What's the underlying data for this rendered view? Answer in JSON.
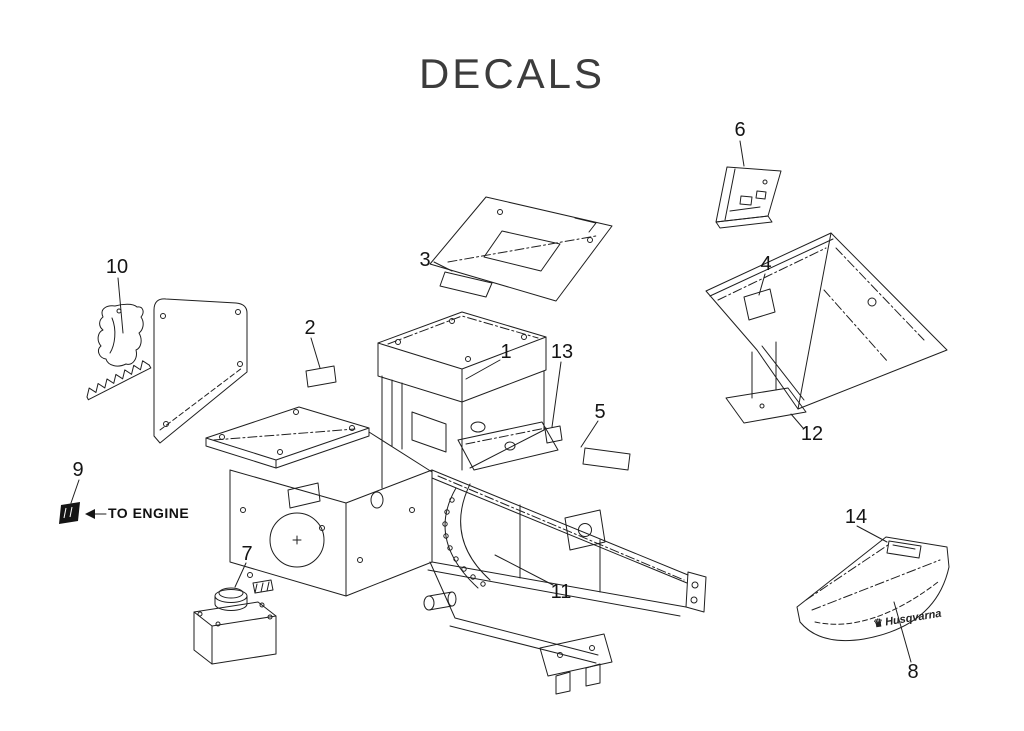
{
  "page": {
    "title": "DECALS"
  },
  "colors": {
    "background": "#ffffff",
    "line": "#1f1f1f",
    "text": "#141414",
    "title_text": "#3c3c3c"
  },
  "annotations": {
    "to_engine_label": "TO ENGINE",
    "brand_label": "Husqvarna",
    "crown_icon_glyph": "♛"
  },
  "callouts": {
    "labels": [
      "1",
      "2",
      "3",
      "4",
      "5",
      "6",
      "7",
      "8",
      "9",
      "10",
      "11",
      "12",
      "13",
      "14"
    ]
  }
}
